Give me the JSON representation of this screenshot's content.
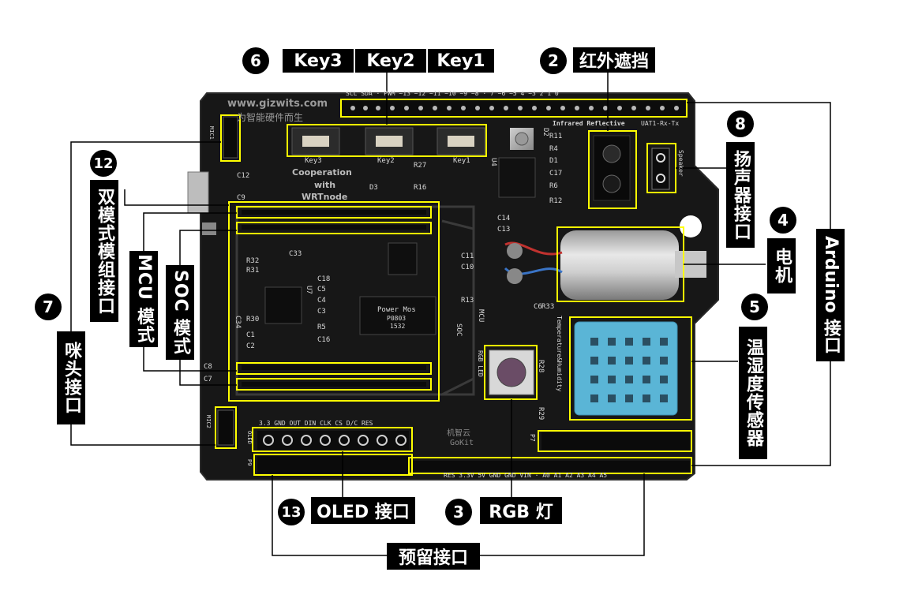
{
  "board": {
    "url": "www.gizwits.com",
    "slogan": "为智能硬件而生",
    "cooperation": [
      "Cooperation",
      "with",
      "WRTnode"
    ],
    "gokit_cn": "机智云",
    "gokit_en": "GoKit",
    "power_mos": [
      "Power Mos",
      "P0803",
      "1532"
    ],
    "header_top": "SCL SDA · PWM ~13 ~12 ~11 ~10 ~9 ~8 · 7 ~6 ~5 4 ~3 2 1 0",
    "header_bottom": "RES 3.3V 5V GND GND VIN · A0 A1 A2 A3 A4 A5",
    "oled_pins": "3.3 GND OUT DIN CLK CS D/C RES",
    "infrared": "Infrared Reflective",
    "uart": "UAT1-Rx-Tx",
    "speaker_silk": "Speaker",
    "temp_silk": "Temperature&Humidity",
    "key_silk": [
      "Key3",
      "Key2",
      "Key1"
    ],
    "mcu_silk": "MCU",
    "soc_silk": "SOC",
    "rgb_silk": "RGB LED",
    "mic1": "MIC1",
    "mic2": "MIC2",
    "oled_silk": "OLED",
    "p7": "P7",
    "p9": "P9",
    "comp": [
      "C12",
      "C9",
      "C8",
      "C7",
      "C33",
      "R32",
      "R31",
      "R30",
      "C34",
      "C1",
      "C2",
      "C18",
      "C5",
      "C4",
      "C3",
      "R5",
      "C16",
      "C11",
      "C10",
      "R13",
      "C14",
      "C13",
      "R11",
      "R4",
      "D1",
      "C17",
      "R6",
      "R12",
      "R27",
      "R16",
      "D3",
      "R33",
      "R28",
      "R29",
      "U4",
      "U7",
      "D2",
      "C6"
    ]
  },
  "labels": {
    "n6": "6",
    "key3": "Key3",
    "key2": "Key2",
    "key1": "Key1",
    "n2": "2",
    "ir_block": "红外遮挡",
    "n8": "8",
    "speaker_if": "扬声器接口",
    "n12": "12",
    "dual_mode": "双模式模组接口",
    "mcu_mode": "MCU 模式",
    "soc_mode": "SOC 模式",
    "n7": "7",
    "mic_if": "咪头接口",
    "n4": "4",
    "motor": "电机",
    "n5": "5",
    "th_sensor": "温湿度传感器",
    "arduino_if": "Arduino 接口",
    "n13": "13",
    "oled_if": "OLED 接口",
    "n3": "3",
    "rgb_light": "RGB 灯",
    "reserved_if": "预留接口"
  },
  "colors": {
    "board": "#161616",
    "highlight": "#ffff00",
    "label_bg": "#000000",
    "label_text": "#ffffff",
    "sensor": "#5ab5d6",
    "silk": "#d8d8d8"
  }
}
